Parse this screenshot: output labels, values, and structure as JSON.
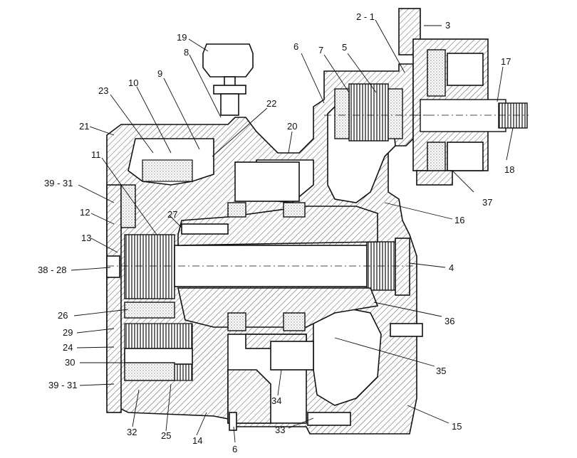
{
  "labels": {
    "l1": "2 - 1",
    "l2": "3",
    "l3": "19",
    "l4": "8",
    "l5": "6",
    "l6": "7",
    "l7": "5",
    "l8": "17",
    "l9": "23",
    "l10": "10",
    "l11": "9",
    "l12": "22",
    "l13": "21",
    "l14": "20",
    "l15": "18",
    "l16": "11",
    "l17": "39 - 31",
    "l18": "37",
    "l19": "12",
    "l20": "27",
    "l21": "16",
    "l22": "13",
    "l23": "38 - 28",
    "l24": "4",
    "l25": "26",
    "l26": "36",
    "l27": "29",
    "l28": "24",
    "l29": "30",
    "l30": "35",
    "l31": "39 - 31",
    "l32": "34",
    "l33": "15",
    "l34": "33",
    "l35": "32",
    "l36": "25",
    "l37": "14",
    "l38": "6"
  }
}
